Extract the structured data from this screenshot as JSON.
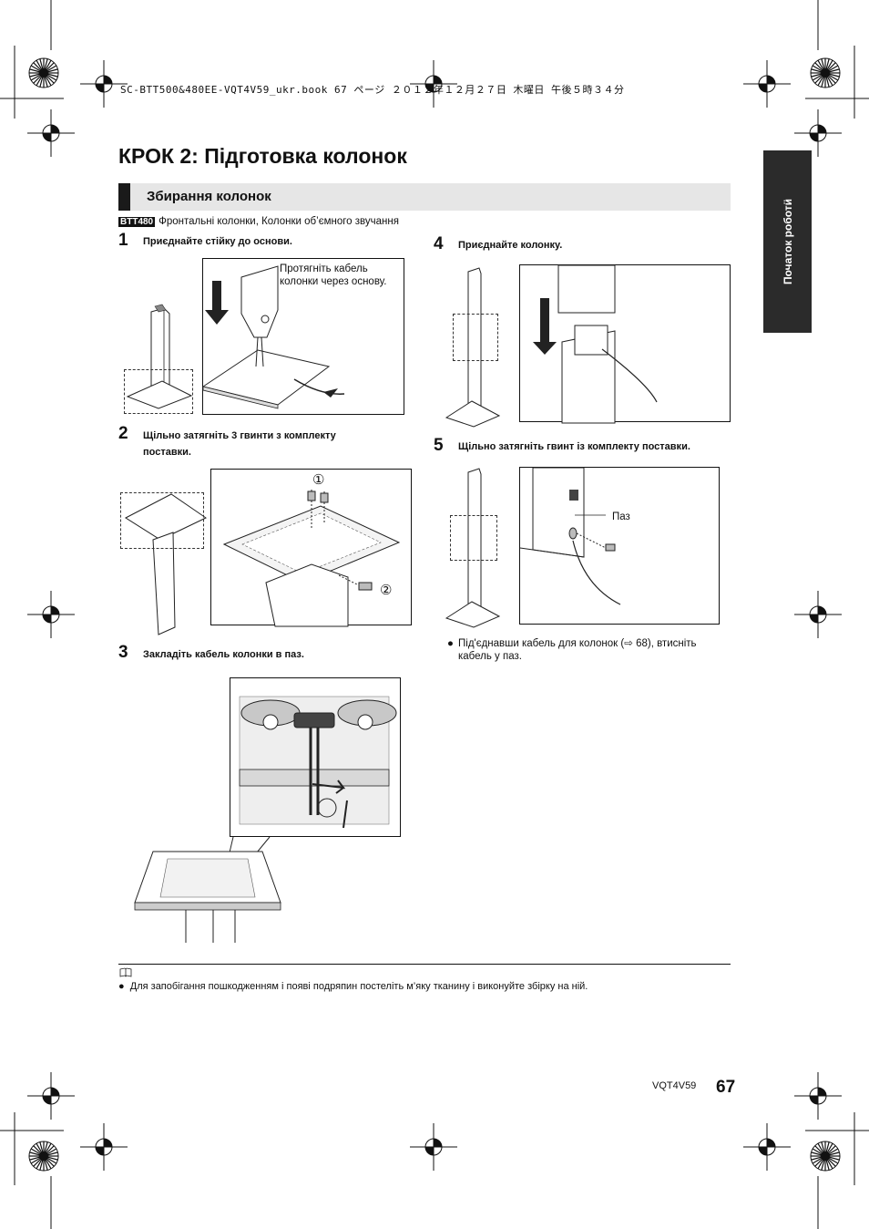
{
  "header": {
    "file_line": "SC-BTT500&480EE-VQT4V59_ukr.book  67 ページ  ２０１２年１２月２７日  木曜日  午後５時３４分"
  },
  "page": {
    "title": "КРОК 2: Підготовка колонок",
    "section": "Збирання колонок",
    "side_tab": "Початок роботи",
    "side_tab_mark": "̈",
    "badge": "BTT480",
    "badge_text": "Фронтальні колонки, Колонки об’ємного звучання"
  },
  "steps": [
    {
      "num": "1",
      "text": "Приєднайте стійку до основи.",
      "callout": [
        "Протягніть кабель",
        "колонки через основу."
      ]
    },
    {
      "num": "2",
      "text_lines": [
        "Щільно затягніть 3 гвинти з комплекту",
        "поставки."
      ],
      "markers": [
        "①",
        "②"
      ]
    },
    {
      "num": "3",
      "text": "Закладіть кабель колонки в паз."
    },
    {
      "num": "4",
      "text": "Приєднайте колонку."
    },
    {
      "num": "5",
      "text": "Щільно затягніть гвинт із комплекту поставки.",
      "callout": "Паз",
      "bullet_lines": [
        "Під'єднавши кабель для колонок (⇨ 68), втисніть",
        "кабель у паз."
      ]
    }
  ],
  "note": {
    "icon": "book-icon",
    "text": "Для запобігання пошкодженням і появі подряпин постеліть м’яку тканину і виконуйте збірку на ній."
  },
  "footer": {
    "code": "VQT4V59",
    "page_number": "67"
  }
}
